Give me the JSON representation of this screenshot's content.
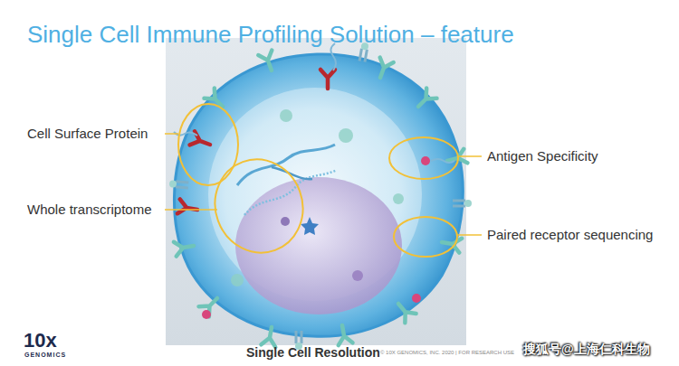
{
  "diagram": {
    "title": "Single Cell Immune Profiling Solution – feature",
    "caption": "Single Cell Resolution",
    "labels": [
      "Cell Surface Protein",
      "Whole transcriptome",
      "Antigen Specificity",
      "Paired receptor sequencing",
      "10x",
      "GENOMICS",
      "© 10X GENOMICS, INC. 2020 | FOR RESEARCH USE",
      "搜狐号@上海仁科生物"
    ]
  }
}
